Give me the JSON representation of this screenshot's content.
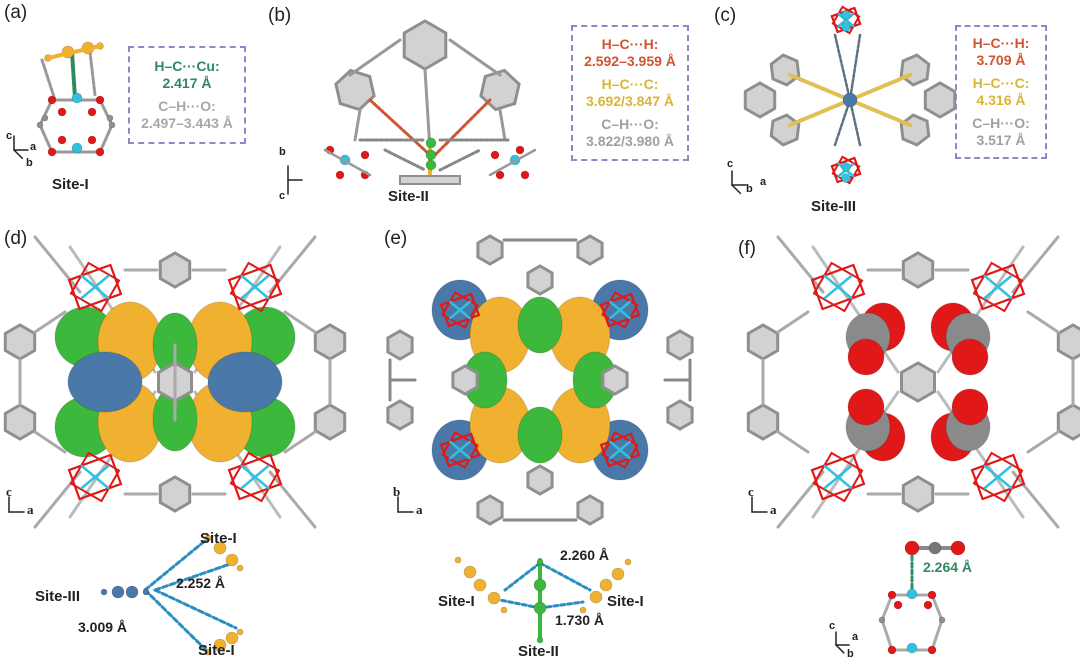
{
  "panels": {
    "a": {
      "label": "(a)",
      "site": "Site-I",
      "axes": {
        "c": "c",
        "a": "a",
        "b": "b"
      },
      "box": [
        {
          "name": "H–C···Cu:",
          "value": "2.417 Å",
          "color": "#2e8b5f"
        },
        {
          "name": "C–H···O:",
          "value": "2.497–3.443 Å",
          "color": "#a8a8a8"
        }
      ]
    },
    "b": {
      "label": "(b)",
      "site": "Site-II",
      "axes": {
        "b": "b",
        "c": "c"
      },
      "box": [
        {
          "name": "H–C···H:",
          "value": "2.592–3.959 Å",
          "color": "#d0542e"
        },
        {
          "name": "H–C···C:",
          "value": "3.692/3.847 Å",
          "color": "#d9b535"
        },
        {
          "name": "C–H···O:",
          "value": "3.822/3.980 Å",
          "color": "#a0a0a0"
        }
      ]
    },
    "c": {
      "label": "(c)",
      "site": "Site-III",
      "axes": {
        "c": "c",
        "a": "a",
        "b": "b"
      },
      "box": [
        {
          "name": "H–C···H:",
          "value": "3.709 Å",
          "color": "#d0542e"
        },
        {
          "name": "H–C···C:",
          "value": "4.316 Å",
          "color": "#d9b535"
        },
        {
          "name": "C–H···O:",
          "value": "3.517 Å",
          "color": "#a0a0a0"
        }
      ]
    },
    "d": {
      "label": "(d)",
      "axes": {
        "c": "c",
        "a": "a"
      },
      "sub": {
        "site_i_top": "Site-I",
        "site_i_bottom": "Site-I",
        "site_iii": "Site-III",
        "dist1": "2.252 Å",
        "dist2": "3.009 Å"
      }
    },
    "e": {
      "label": "(e)",
      "axes": {
        "b": "b",
        "a": "a"
      },
      "sub": {
        "dist1": "2.260 Å",
        "dist2": "1.730 Å",
        "site_i_left": "Site-I",
        "site_i_right": "Site-I",
        "site_ii": "Site-II"
      }
    },
    "f": {
      "label": "(f)",
      "axes": {
        "c": "c",
        "a": "a"
      },
      "sub": {
        "dist": "2.264 Å",
        "dist_color": "#2e8b5f",
        "axes": {
          "c": "c",
          "a": "a",
          "b": "b"
        }
      }
    }
  },
  "colors": {
    "acetylene_site_i": "#f0b030",
    "ethylene_site_ii": "#3cb83c",
    "site_iii": "#4a78a8",
    "oxygen": "#e01818",
    "copper": "#30c0e0",
    "carbon": "#909090",
    "ring": "#d2d2d2"
  }
}
